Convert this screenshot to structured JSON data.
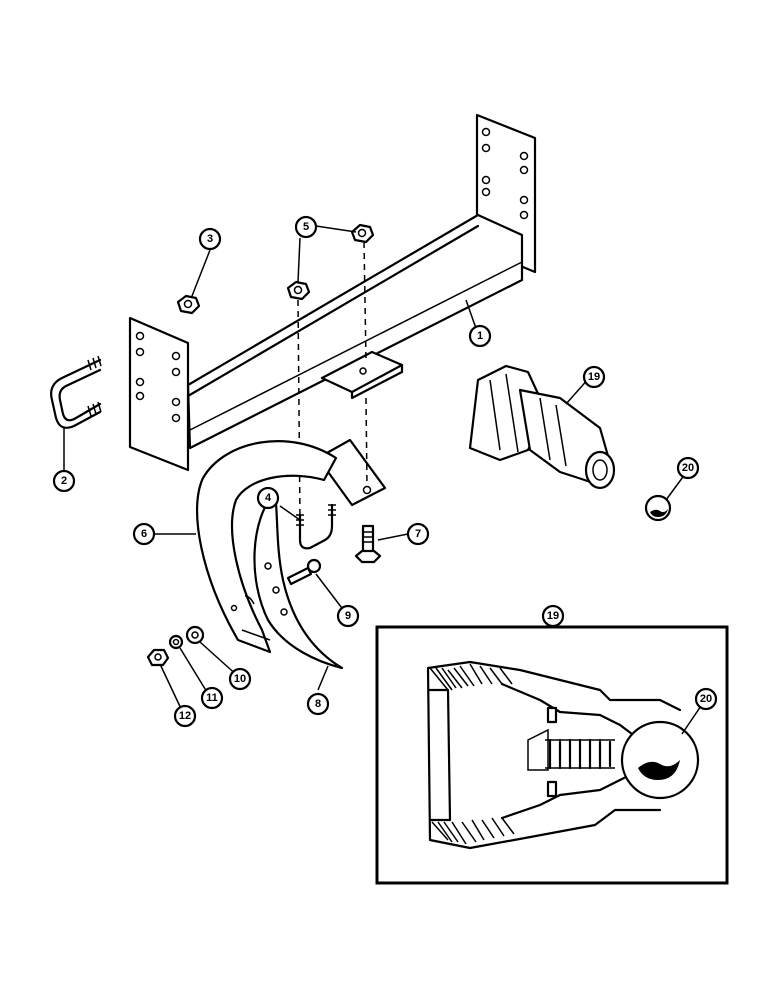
{
  "diagram": {
    "callouts": [
      {
        "id": "c1",
        "label": "1"
      },
      {
        "id": "c2",
        "label": "2"
      },
      {
        "id": "c3",
        "label": "3"
      },
      {
        "id": "c4",
        "label": "4"
      },
      {
        "id": "c5",
        "label": "5"
      },
      {
        "id": "c6",
        "label": "6"
      },
      {
        "id": "c7",
        "label": "7"
      },
      {
        "id": "c8",
        "label": "8"
      },
      {
        "id": "c9",
        "label": "9"
      },
      {
        "id": "c10",
        "label": "10"
      },
      {
        "id": "c11",
        "label": "11"
      },
      {
        "id": "c12",
        "label": "12"
      },
      {
        "id": "c19a",
        "label": "19"
      },
      {
        "id": "c20a",
        "label": "20"
      },
      {
        "id": "c19b",
        "label": "19"
      },
      {
        "id": "c20b",
        "label": "20"
      }
    ]
  }
}
